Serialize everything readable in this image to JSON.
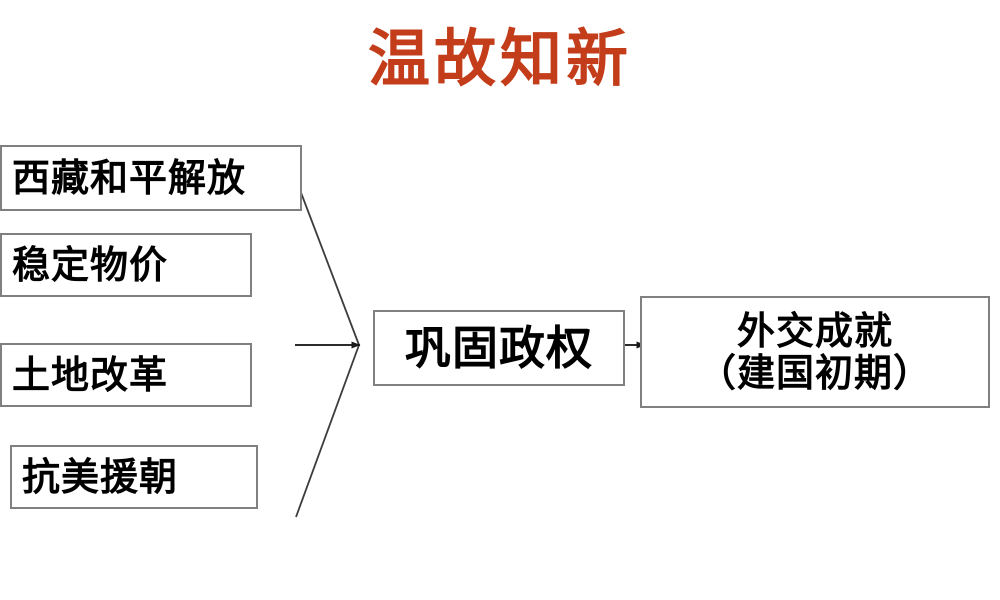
{
  "slide": {
    "title": "温故知新",
    "title_color": "#c43d1a",
    "background_color": "#ffffff",
    "border_color": "#808080",
    "text_color": "#000000"
  },
  "diagram": {
    "type": "flow-diagram",
    "inputs": [
      {
        "id": "tibet",
        "label": "西藏和平解放"
      },
      {
        "id": "prices",
        "label": "稳定物价"
      },
      {
        "id": "land",
        "label": "土地改革"
      },
      {
        "id": "korea",
        "label": "抗美援朝"
      }
    ],
    "center": {
      "id": "consolidate",
      "label": "巩固政权"
    },
    "output": {
      "id": "diplomacy",
      "label_line1": "外交成就",
      "label_line2": "（建国初期）"
    },
    "connectors": [
      {
        "id": "tibet-to-center",
        "from": "tibet",
        "to": "consolidate",
        "kind": "diagonal-down"
      },
      {
        "id": "middle-to-center",
        "from": "land",
        "to": "consolidate",
        "kind": "horizontal"
      },
      {
        "id": "korea-to-center",
        "from": "korea",
        "to": "consolidate",
        "kind": "diagonal-up"
      },
      {
        "id": "center-to-output",
        "from": "consolidate",
        "to": "diplomacy",
        "kind": "horizontal-arrow"
      }
    ]
  }
}
